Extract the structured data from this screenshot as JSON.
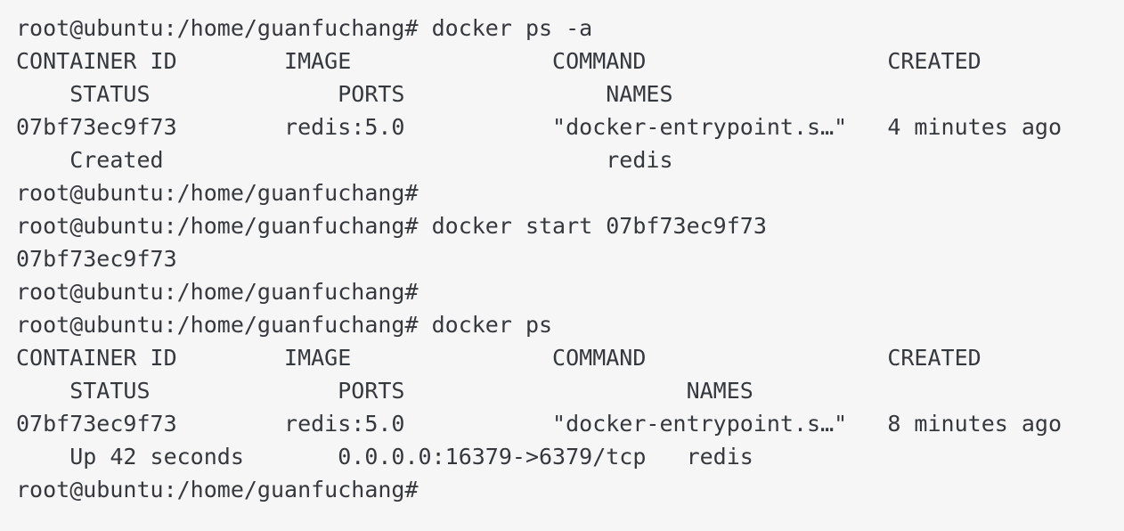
{
  "colors": {
    "background": "#f6f6f7",
    "text": "#35383d"
  },
  "terminal": {
    "prompt": "root@ubuntu:/home/guanfuchang#",
    "container_id": "07bf73ec9f73",
    "image": "redis:5.0",
    "command_value": "\"docker-entrypoint.s…\"",
    "ports_value": "0.0.0.0:16379->6379/tcp",
    "names_value": "redis",
    "lines": [
      {
        "type": "command",
        "text": "root@ubuntu:/home/guanfuchang# docker ps -a"
      },
      {
        "type": "output",
        "text": "CONTAINER ID        IMAGE               COMMAND                  CREATED"
      },
      {
        "type": "output",
        "text": "    STATUS              PORTS               NAMES"
      },
      {
        "type": "output",
        "text": "07bf73ec9f73        redis:5.0           \"docker-entrypoint.s…\"   4 minutes ago"
      },
      {
        "type": "output",
        "text": "    Created                                 redis"
      },
      {
        "type": "prompt",
        "text": "root@ubuntu:/home/guanfuchang# "
      },
      {
        "type": "command",
        "text": "root@ubuntu:/home/guanfuchang# docker start 07bf73ec9f73"
      },
      {
        "type": "output",
        "text": "07bf73ec9f73"
      },
      {
        "type": "prompt",
        "text": "root@ubuntu:/home/guanfuchang# "
      },
      {
        "type": "command",
        "text": "root@ubuntu:/home/guanfuchang# docker ps"
      },
      {
        "type": "output",
        "text": "CONTAINER ID        IMAGE               COMMAND                  CREATED"
      },
      {
        "type": "output",
        "text": "    STATUS              PORTS                     NAMES"
      },
      {
        "type": "output",
        "text": "07bf73ec9f73        redis:5.0           \"docker-entrypoint.s…\"   8 minutes ago"
      },
      {
        "type": "output",
        "text": "    Up 42 seconds       0.0.0.0:16379->6379/tcp   redis"
      },
      {
        "type": "prompt",
        "text": "root@ubuntu:/home/guanfuchang# "
      }
    ]
  }
}
